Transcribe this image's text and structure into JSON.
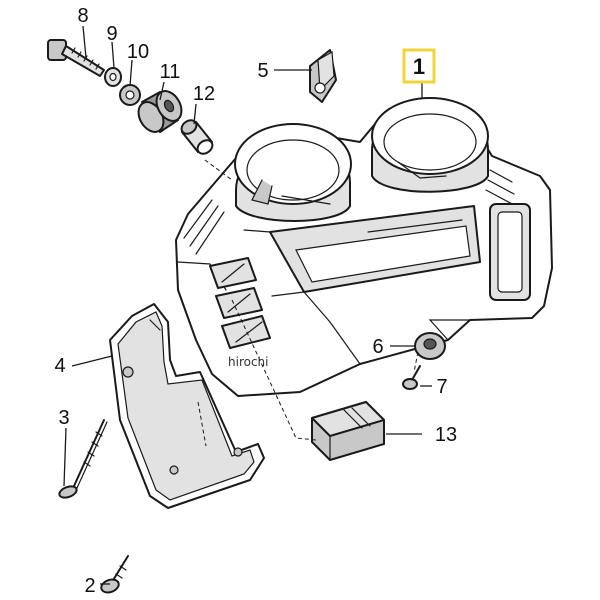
{
  "callouts": {
    "c1": "1",
    "c2": "2",
    "c3": "3",
    "c4": "4",
    "c5": "5",
    "c6": "6",
    "c7": "7",
    "c8": "8",
    "c9": "9",
    "c10": "10",
    "c11": "11",
    "c12": "12",
    "c13": "13"
  },
  "highlight_color": "#f2d33a",
  "watermark": "hirochi"
}
